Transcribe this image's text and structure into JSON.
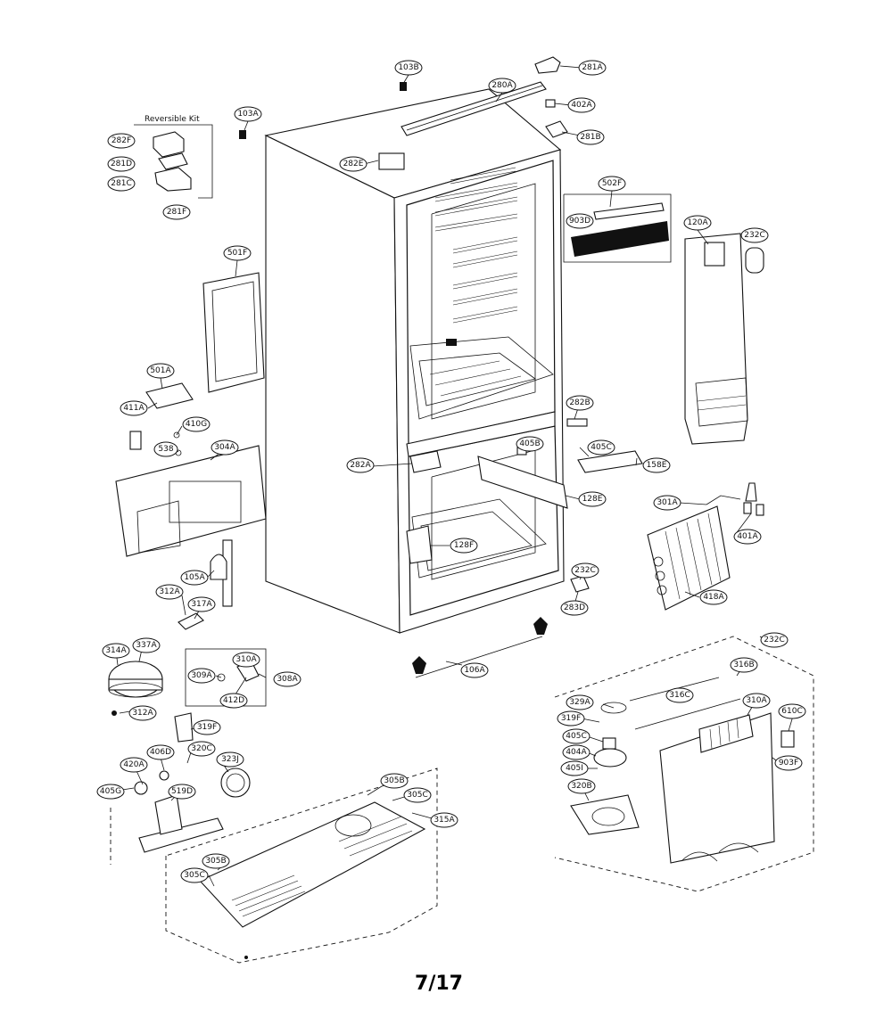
{
  "page_number": "7/17",
  "kit_title": "Reversible Kit",
  "labels": {
    "l103B": "103B",
    "l281A": "281A",
    "l280A": "280A",
    "l402A": "402A",
    "l281B": "281B",
    "l103A": "103A",
    "l282E": "282E",
    "l282F": "282F",
    "l281D": "281D",
    "l281C": "281C",
    "l281F": "281F",
    "l502F": "502F",
    "l903D": "903D",
    "l120A": "120A",
    "l232C": "232C",
    "l501F": "501F",
    "l501A": "501A",
    "l411A": "411A",
    "l410G": "410G",
    "l538": "538",
    "l304A": "304A",
    "l282B": "282B",
    "l282A": "282A",
    "l405B": "405B",
    "l405C": "405C",
    "l158E": "158E",
    "l128E": "128E",
    "l128F": "128F",
    "l301A": "301A",
    "l401A": "401A",
    "l418A": "418A",
    "l105A": "105A",
    "l312A": "312A",
    "l317A": "317A",
    "l232Cb": "232C",
    "l283D": "283D",
    "l314A": "314A",
    "l337A": "337A",
    "l310A": "310A",
    "l309A": "309A",
    "l308A": "308A",
    "l412D": "412D",
    "l312Ab": "312A",
    "l106A": "106A",
    "l232Cc": "232C",
    "l319F": "319F",
    "l420A": "420A",
    "l406D": "406D",
    "l320C": "320C",
    "l323J": "323J",
    "l405G": "405G",
    "l519D": "519D",
    "l305B": "305B",
    "l305C": "305C",
    "l315A": "315A",
    "l305Bb": "305B",
    "l305Cb": "305C",
    "l316B": "316B",
    "l329A": "329A",
    "l316C": "316C",
    "l310Ab": "310A",
    "l610C": "610C",
    "l319Fb": "319F",
    "l405Cb": "405C",
    "l404A": "404A",
    "l405I": "405I",
    "l903F": "903F",
    "l320B": "320B"
  }
}
